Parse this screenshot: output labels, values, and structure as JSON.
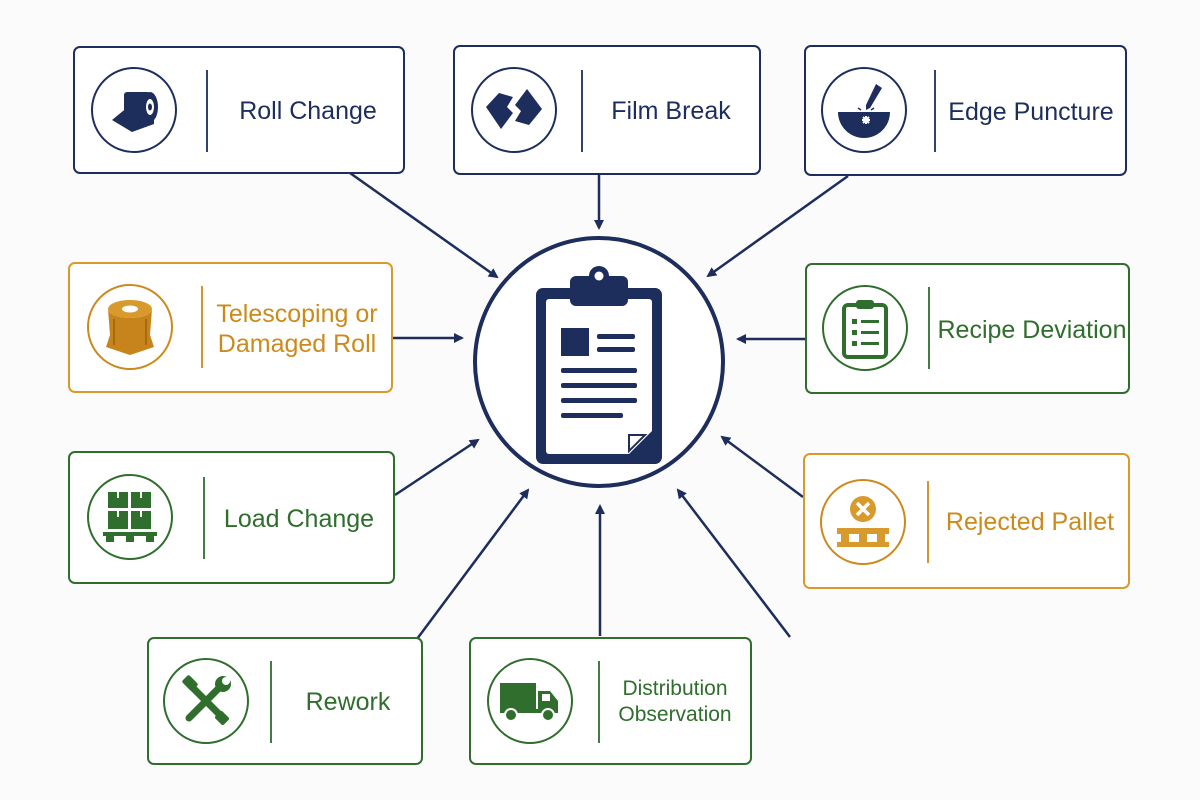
{
  "colors": {
    "navy": "#1d2d5c",
    "gold": "#d89a2c",
    "green": "#2f6e2d"
  },
  "hub": {
    "icon": "clipboard-report-icon"
  },
  "nodes": {
    "roll_change": {
      "label": "Roll Change",
      "icon": "film-roll-icon",
      "color": "navy"
    },
    "film_break": {
      "label": "Film Break",
      "icon": "broken-film-icon",
      "color": "navy"
    },
    "edge_puncture": {
      "label": "Edge Puncture",
      "icon": "puncture-icon",
      "color": "navy"
    },
    "telescoping": {
      "label": "Telescoping or Damaged Roll",
      "icon": "damaged-roll-icon",
      "color": "gold"
    },
    "recipe_deviation": {
      "label": "Recipe Deviation",
      "icon": "checklist-icon",
      "color": "green"
    },
    "load_change": {
      "label": "Load Change",
      "icon": "pallet-boxes-icon",
      "color": "green"
    },
    "rejected_pallet": {
      "label": "Rejected Pallet",
      "icon": "rejected-pallet-icon",
      "color": "gold"
    },
    "rework": {
      "label": "Rework",
      "icon": "wrench-icon",
      "color": "green"
    },
    "distribution": {
      "label": "Distribution Observation",
      "icon": "truck-icon",
      "color": "green"
    }
  }
}
